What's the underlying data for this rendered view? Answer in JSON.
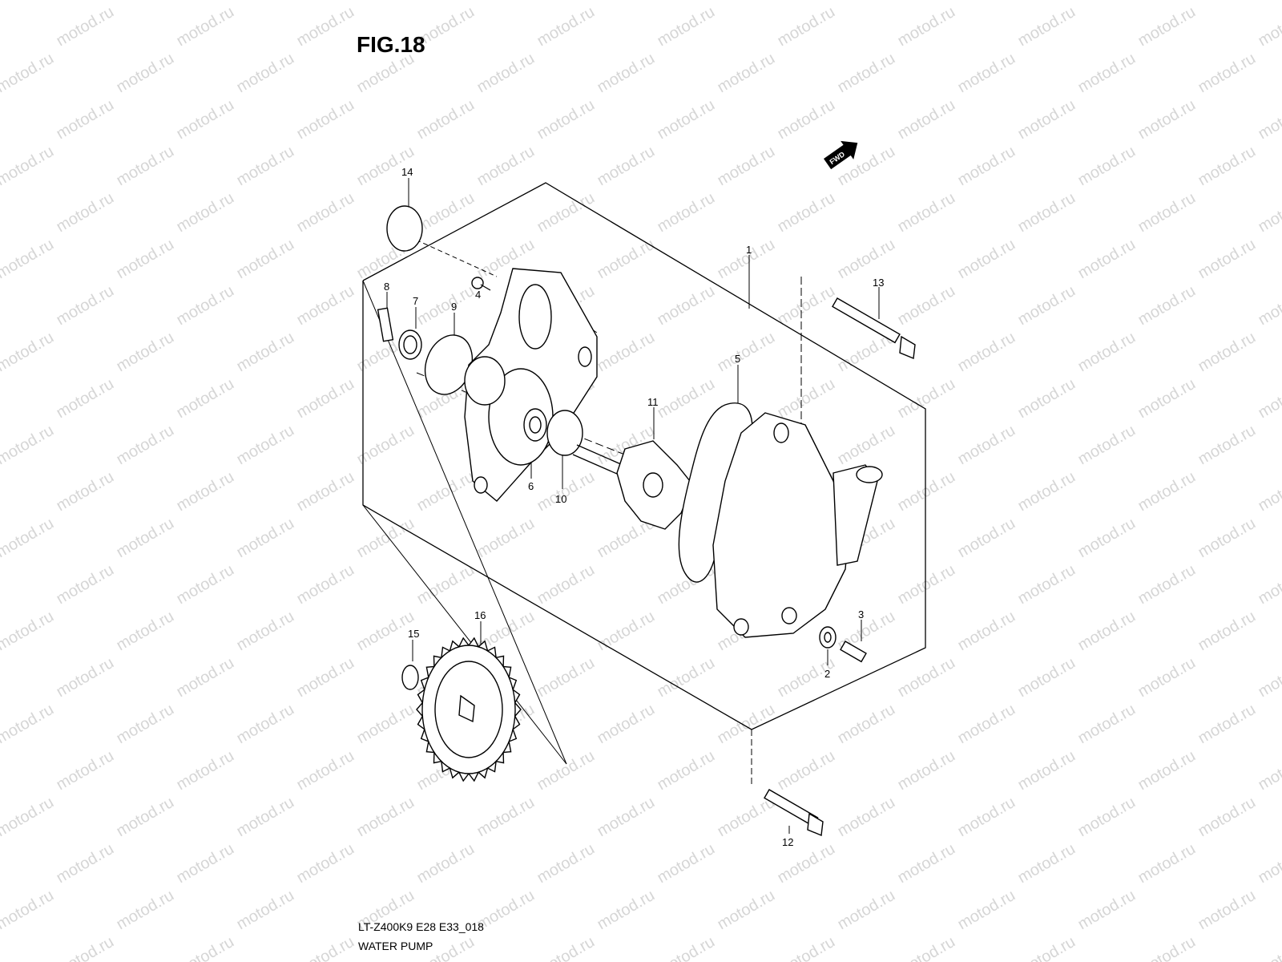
{
  "figure": {
    "title": "FIG.18",
    "model_code": "LT-Z400K9 E28 E33_018",
    "caption": "WATER PUMP"
  },
  "watermark": {
    "text": "motod.ru",
    "color": "#d6d6d6"
  },
  "fwd_badge": {
    "label": "FWD"
  },
  "callouts": [
    {
      "id": "1",
      "label": "1"
    },
    {
      "id": "2",
      "label": "2"
    },
    {
      "id": "3",
      "label": "3"
    },
    {
      "id": "4",
      "label": "4"
    },
    {
      "id": "5",
      "label": "5"
    },
    {
      "id": "6",
      "label": "6"
    },
    {
      "id": "7",
      "label": "7"
    },
    {
      "id": "8",
      "label": "8"
    },
    {
      "id": "9",
      "label": "9"
    },
    {
      "id": "10",
      "label": "10"
    },
    {
      "id": "11",
      "label": "11"
    },
    {
      "id": "12",
      "label": "12"
    },
    {
      "id": "13",
      "label": "13"
    },
    {
      "id": "14",
      "label": "14"
    },
    {
      "id": "15",
      "label": "15"
    },
    {
      "id": "16",
      "label": "16"
    }
  ]
}
